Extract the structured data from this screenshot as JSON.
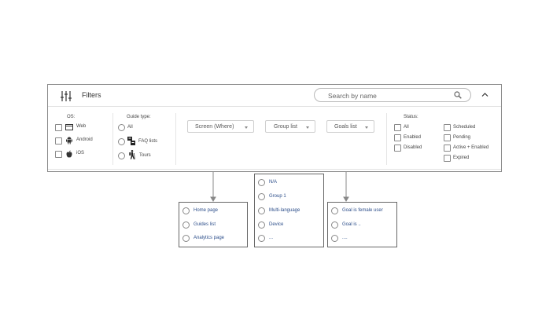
{
  "header": {
    "title": "Filters",
    "search_placeholder": "Search by name"
  },
  "os": {
    "label": "OS:",
    "items": [
      {
        "label": "Web",
        "icon": "browser-window-icon"
      },
      {
        "label": "Android",
        "icon": "android-icon"
      },
      {
        "label": "iOS",
        "icon": "apple-icon"
      }
    ]
  },
  "guide_type": {
    "label": "Guide type:",
    "items": [
      {
        "label": "All"
      },
      {
        "label": "FAQ lists",
        "icon": "faq-icon"
      },
      {
        "label": "Tours",
        "icon": "hiker-icon"
      }
    ]
  },
  "dropdowns": {
    "screen": "Screen (Where)",
    "group": "Group list",
    "goals": "Goals list"
  },
  "status": {
    "label": "Status:",
    "col1": [
      "All",
      "Enabled",
      "Disabled"
    ],
    "col2": [
      "Scheduled",
      "Pending",
      "Active + Enabled",
      "Expired"
    ]
  },
  "screen_options": [
    "Home page",
    "Guides list",
    "Analytics page"
  ],
  "group_options": [
    "N/A",
    "Group 1",
    "Multi-language",
    "Device",
    "..."
  ],
  "goal_options": [
    "Goal is female user",
    "Goal is ..",
    "...."
  ],
  "colors": {
    "option_text": "#2c4e8a",
    "border": "#8a8a8a",
    "connector": "#888888"
  }
}
